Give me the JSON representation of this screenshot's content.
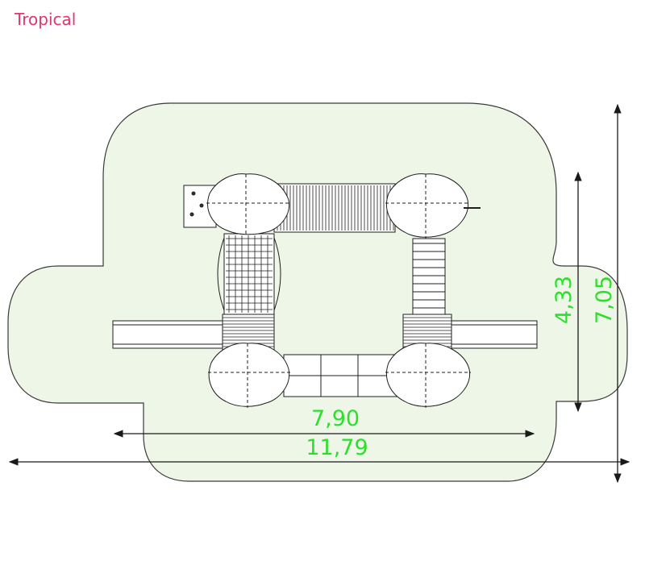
{
  "title": "Tropical",
  "colors": {
    "title": "#e0356f",
    "dimension": "#2be02b",
    "safety_zone_fill": "#eef6e8",
    "outline": "#3a3a3a"
  },
  "dimensions": {
    "inner_width": "7,90",
    "outer_width": "11,79",
    "inner_height": "4,33",
    "outer_height": "7,05"
  }
}
